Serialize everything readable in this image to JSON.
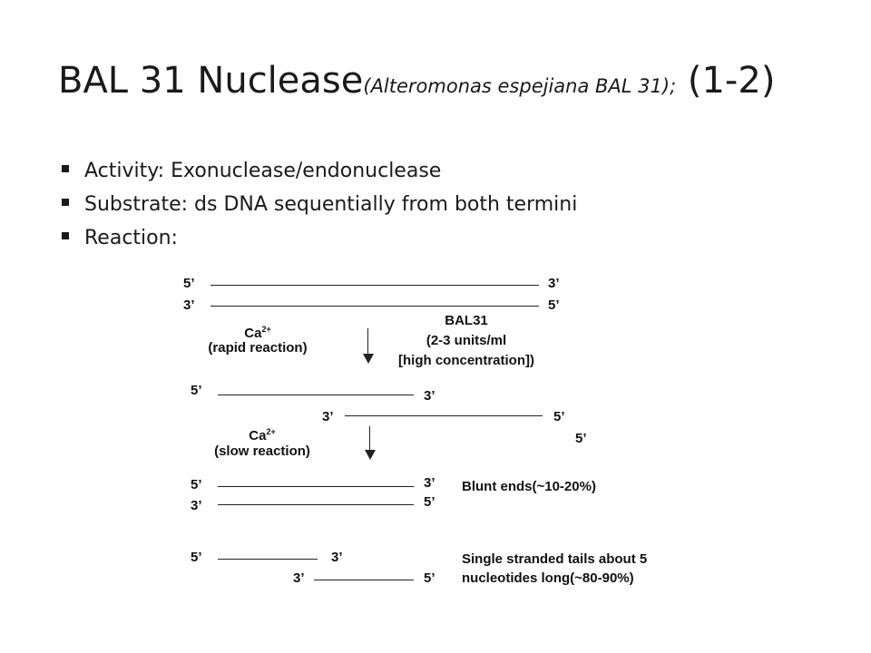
{
  "slide": {
    "title_main": "BAL 31 Nuclease",
    "title_organism": "(Alteromonas espejiana BAL 31);",
    "title_part": "(1-2)",
    "bullets": [
      "Activity: Exonuclease/endonuclease",
      "Substrate: ds DNA sequentially from both termini",
      "Reaction:"
    ]
  },
  "diagram": {
    "prime5": "5’",
    "prime3": "3’",
    "ca_ion": "Ca",
    "ca_charge": "2+",
    "rapid_reaction": "(rapid reaction)",
    "slow_reaction": "(slow reaction)",
    "enzyme": "BAL31",
    "units": "(2-3 units/ml",
    "concentration": "[high concentration])",
    "blunt_ends": "Blunt ends(~10-20%)",
    "ss_tails_line1": "Single stranded tails about 5",
    "ss_tails_line2": "nucleotides long(~80-90%)"
  }
}
